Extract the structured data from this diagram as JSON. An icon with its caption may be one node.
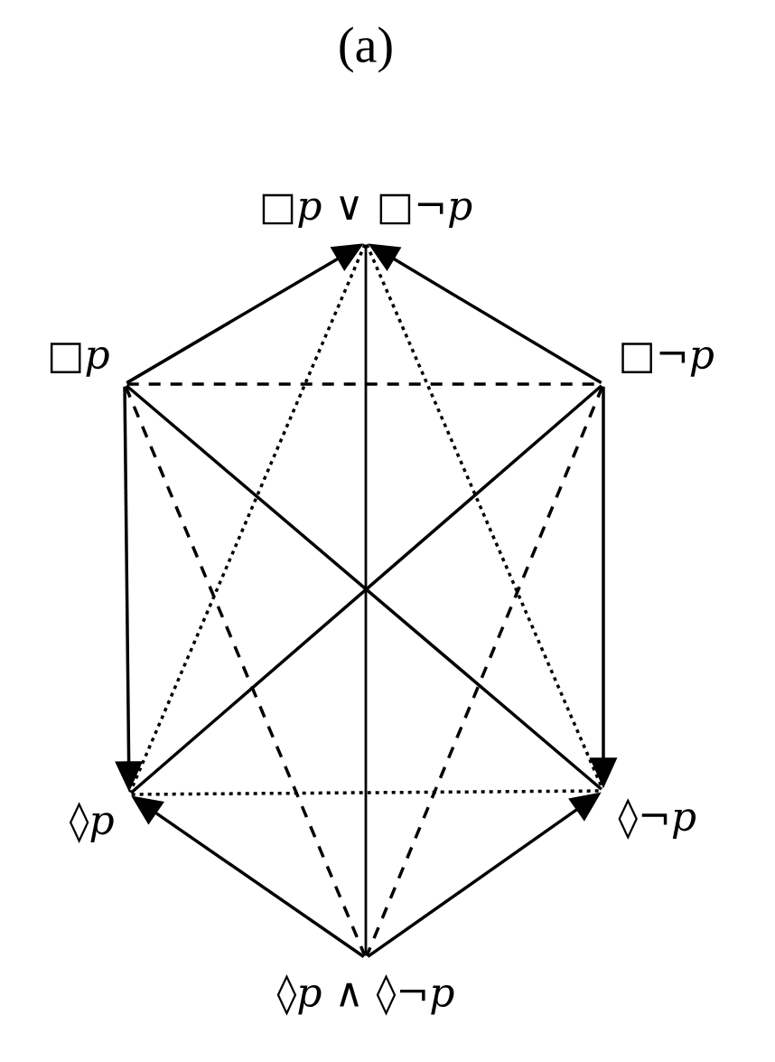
{
  "diagram": {
    "title": "(a)",
    "nodes": [
      {
        "text": [
          "□*p* ∨ □¬*p*"
        ]
      },
      {
        "text": [
          "□*p*"
        ]
      },
      {
        "text": [
          "□¬*p*"
        ]
      },
      {
        "text": [
          "◊*p*"
        ]
      },
      {
        "text": [
          "◊¬*p*"
        ]
      },
      {
        "text": [
          "◊*p* ∧ ◊¬*p*"
        ]
      }
    ],
    "edges": [
      {
        "from": 1,
        "to": 0,
        "arrow": "to"
      },
      {
        "from": 2,
        "to": 0,
        "arrow": "to"
      },
      {
        "from": 1,
        "to": 3,
        "arrow": "to"
      },
      {
        "from": 2,
        "to": 4,
        "arrow": "to"
      },
      {
        "from": 5,
        "to": 3,
        "arrow": "to"
      },
      {
        "from": 5,
        "to": 4,
        "arrow": "to"
      },
      {
        "from": 1,
        "to": 2,
        "arrow": "none",
        "style": "dashed"
      },
      {
        "from": 3,
        "to": 4,
        "arrow": "none",
        "style": "dashed"
      },
      {
        "from": 1,
        "to": 4,
        "arrow": "none"
      },
      {
        "from": 2,
        "to": 3,
        "arrow": "none"
      },
      {
        "from": 0,
        "to": 5,
        "arrow": "none"
      },
      {
        "from": 0,
        "to": 3,
        "arrow": "none",
        "style": "dashed"
      },
      {
        "from": 0,
        "to": 4,
        "arrow": "none",
        "style": "dashed"
      },
      {
        "from": 1,
        "to": 5,
        "arrow": "none",
        "style": "dashed"
      },
      {
        "from": 2,
        "to": 5,
        "arrow": "none",
        "style": "dashed"
      }
    ]
  }
}
